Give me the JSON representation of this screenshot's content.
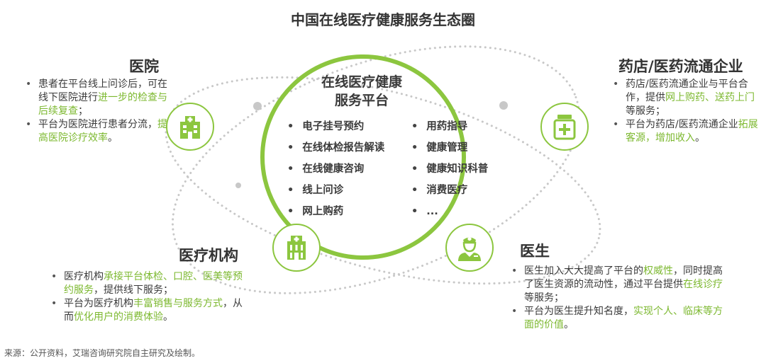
{
  "title": "中国在线医疗健康服务生态圈",
  "center": {
    "title_line1": "在线医疗健康",
    "title_line2": "服务平台",
    "left_services": [
      "电子挂号预约",
      "在线体检报告解读",
      "在线健康咨询",
      "线上问诊",
      "网上购药"
    ],
    "right_services": [
      "用药指导",
      "健康管理",
      "健康知识科普",
      "消费医疗",
      "..."
    ]
  },
  "hospital": {
    "title": "医院",
    "b1": {
      "t1": "患者在平台线上问诊后，可在线下医院进行",
      "h1": "进一步的检查与后续复查",
      "t2": "；"
    },
    "b2": {
      "t1": "平台为医院进行患者分流，",
      "h1": "提高医院诊疗效率",
      "t2": "。"
    }
  },
  "pharmacy": {
    "title": "药店/医药流通企业",
    "b1": {
      "t1": "药店/医药流通企业与平台合作，提供",
      "h1": "网上购药、送药上门",
      "t2": "等服务；"
    },
    "b2": {
      "t1": "平台为药店/医药流通企业",
      "h1": "拓展客源，增加收入",
      "t2": "。"
    }
  },
  "institution": {
    "title": "医疗机构",
    "b1": {
      "t1": "医疗机构",
      "h1": "承接平台体检、口腔、医美等预约服务",
      "t2": "，提供线下服务；"
    },
    "b2": {
      "t1": "平台为医疗机构",
      "h1": "丰富销售与服务方式",
      "t2": "，从而",
      "h2": "优化用户的消费体验",
      "t3": "。"
    }
  },
  "doctor": {
    "title": "医生",
    "b1": {
      "t1": "医生加入大大提高了平台的",
      "h1": "权威性",
      "t2": "，同时提高了医生资源的流动性，通过平台提供",
      "h2": "在线诊疗",
      "t3": "等服务；"
    },
    "b2": {
      "t1": "平台为医生提升知名度，",
      "h1": "实现个人、临床等方面的价值",
      "t2": "。"
    }
  },
  "source": "来源：公开资料，艾瑞咨询研究院自主研究及绘制。",
  "colors": {
    "accent": "#8cc63f",
    "highlight": "#7cb82f",
    "orbit": "#c8c8c8"
  },
  "icons": [
    "hospital-icon",
    "medicine-bottle-icon",
    "clinic-icon",
    "doctor-icon"
  ]
}
